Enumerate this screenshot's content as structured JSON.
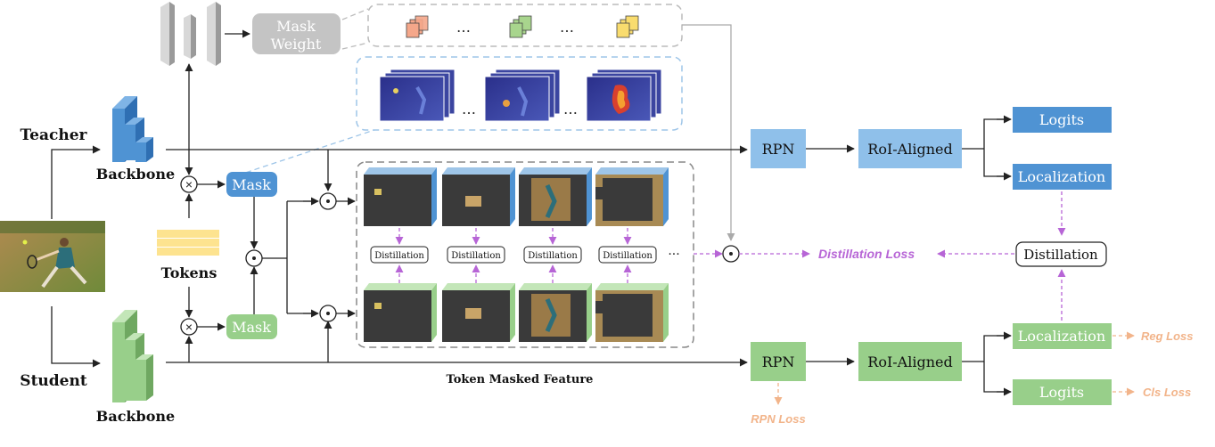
{
  "colors": {
    "teacher_blue": "#4f93d3",
    "student_green": "#98cf8a",
    "mask_weight_gray": "#c4c4c4",
    "distill_purple": "#b765d6",
    "task_loss_orange": "#f2b48a",
    "token_yellow": "#fde38f",
    "arrow_black": "#222222"
  },
  "labels": {
    "teacher": "Teacher",
    "student": "Student",
    "backbone_teacher": "Backbone",
    "backbone_student": "Backbone",
    "tokens": "Tokens",
    "mask_teacher": "Mask",
    "mask_student": "Mask",
    "mask_weight_line1": "Mask",
    "mask_weight_line2": "Weight",
    "ellipsis": "…",
    "rpn_teacher": "RPN",
    "rpn_student": "RPN",
    "roi_teacher": "RoI-Aligned",
    "roi_student": "RoI-Aligned",
    "logits_teacher": "Logits",
    "logits_student": "Logits",
    "localization_teacher": "Localization",
    "localization_student": "Localization",
    "distillation_main": "Distillation",
    "distillation_small": "Distillation",
    "token_masked_feature": "Token Masked Feature",
    "distillation_loss": "Distillation Loss",
    "rpn_loss": "RPN Loss",
    "reg_loss": "Reg Loss",
    "cls_loss": "Cls Loss",
    "times_symbol": "×",
    "dot_symbol": "·",
    "dots": "···"
  }
}
